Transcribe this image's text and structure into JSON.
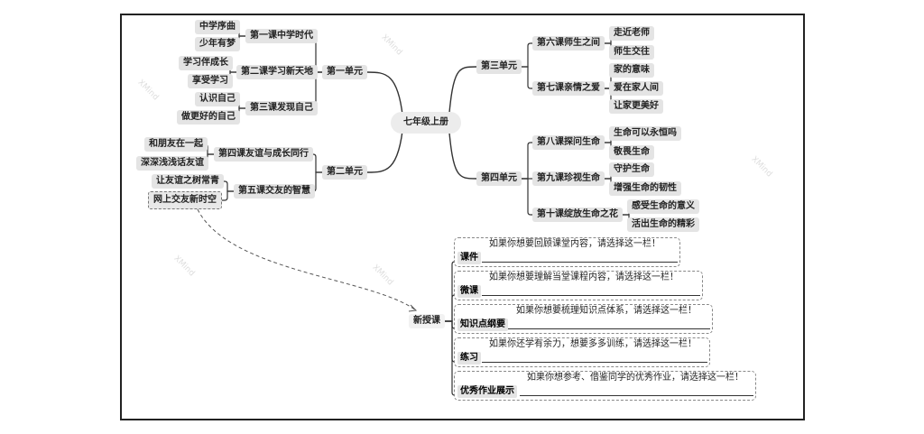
{
  "root": "七年级上册",
  "units": [
    {
      "label": "第一单元",
      "lessons": [
        {
          "label": "第一课中学时代",
          "topics": [
            "中学序曲",
            "少年有梦"
          ]
        },
        {
          "label": "第二课学习新天地",
          "topics": [
            "学习伴成长",
            "享受学习"
          ]
        },
        {
          "label": "第三课发现自己",
          "topics": [
            "认识自己",
            "做更好的自己"
          ]
        }
      ]
    },
    {
      "label": "第二单元",
      "lessons": [
        {
          "label": "第四课友谊与成长同行",
          "topics": [
            "和朋友在一起",
            "深深浅浅话友谊"
          ]
        },
        {
          "label": "第五课交友的智慧",
          "topics": [
            "让友谊之树常青",
            "网上交友新时空"
          ]
        }
      ]
    },
    {
      "label": "第三单元",
      "lessons": [
        {
          "label": "第六课师生之间",
          "topics": [
            "走近老师",
            "师生交往"
          ]
        },
        {
          "label": "第七课亲情之爱",
          "topics": [
            "家的意味",
            "爱在家人间",
            "让家更美好"
          ]
        }
      ]
    },
    {
      "label": "第四单元",
      "lessons": [
        {
          "label": "第八课探问生命",
          "topics": [
            "生命可以永恒吗",
            "敬畏生命"
          ]
        },
        {
          "label": "第九课珍视生命",
          "topics": [
            "守护生命",
            "增强生命的韧性"
          ]
        },
        {
          "label": "第十课绽放生命之花",
          "topics": [
            "感受生命的意义",
            "活出生命的精彩"
          ]
        }
      ]
    }
  ],
  "new_lesson": {
    "label": "新授课",
    "items": [
      {
        "label": "课件",
        "text": "如果你想要回顾课堂内容，请选择这一栏！"
      },
      {
        "label": "微课",
        "text": "如果你想要理解当堂课程内容，请选择这一栏！"
      },
      {
        "label": "知识点纲要",
        "text": "如果你想要梳理知识点体系，请选择这一栏！"
      },
      {
        "label": "练习",
        "text": "如果你还学有余力，想要多多训练，请选择这一栏！"
      },
      {
        "label": "优秀作业展示",
        "text": "如果你想参考、借鉴同学的优秀作业，请选择这一栏！"
      }
    ]
  },
  "watermark": "XMind"
}
